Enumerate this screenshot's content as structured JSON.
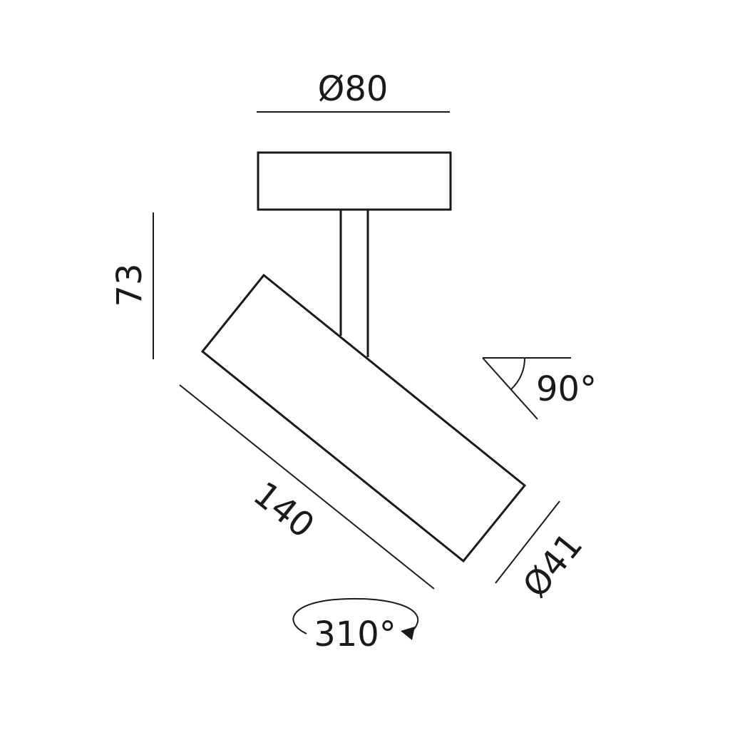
{
  "dimensions": {
    "base_diameter": "Ø80",
    "height": "73",
    "length": "140",
    "head_diameter": "Ø41",
    "tilt_angle": "90°",
    "rotation_angle": "310°"
  },
  "colors": {
    "line": "#1a1a1a",
    "background": "#ffffff"
  }
}
